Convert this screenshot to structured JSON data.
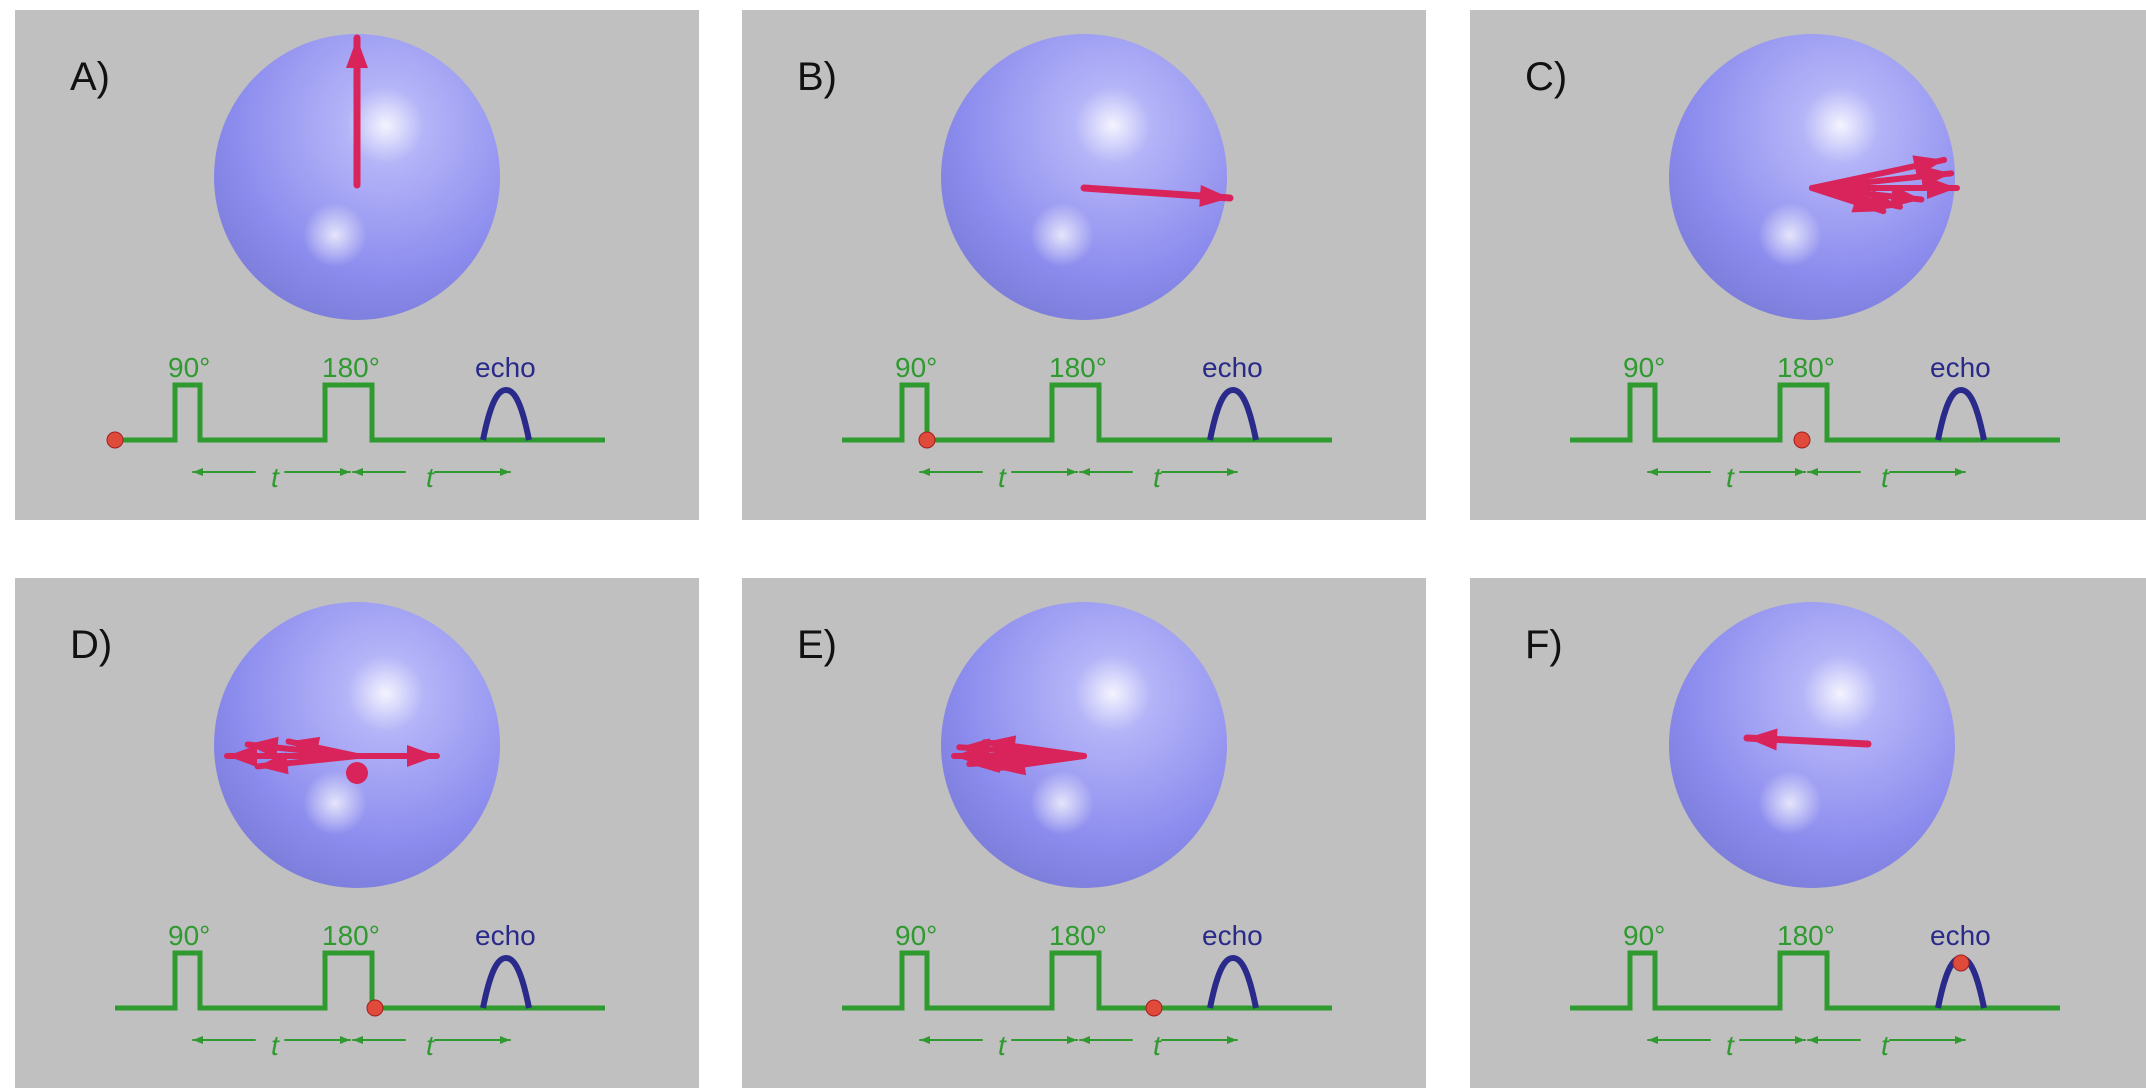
{
  "panels": [
    {
      "label": "A)",
      "state": "initial",
      "marker_position": "start"
    },
    {
      "label": "B)",
      "state": "after-90",
      "marker_position": "after-90-pulse"
    },
    {
      "label": "C)",
      "state": "dephasing",
      "marker_position": "before-180-pulse"
    },
    {
      "label": "D)",
      "state": "after-180",
      "marker_position": "after-180-pulse"
    },
    {
      "label": "E)",
      "state": "rephasing",
      "marker_position": "before-echo"
    },
    {
      "label": "F)",
      "state": "echo",
      "marker_position": "echo-peak"
    }
  ],
  "labels": {
    "pulse_90": "90°",
    "pulse_180": "180°",
    "echo": "echo",
    "t": "t"
  },
  "colors": {
    "background": "#c0c0c0",
    "sphere": "#8f8ff0",
    "arrow": "#d8245a",
    "sequence_line": "#2f9a2f",
    "echo": "#2a2a8a",
    "marker": "#e04a3a"
  }
}
